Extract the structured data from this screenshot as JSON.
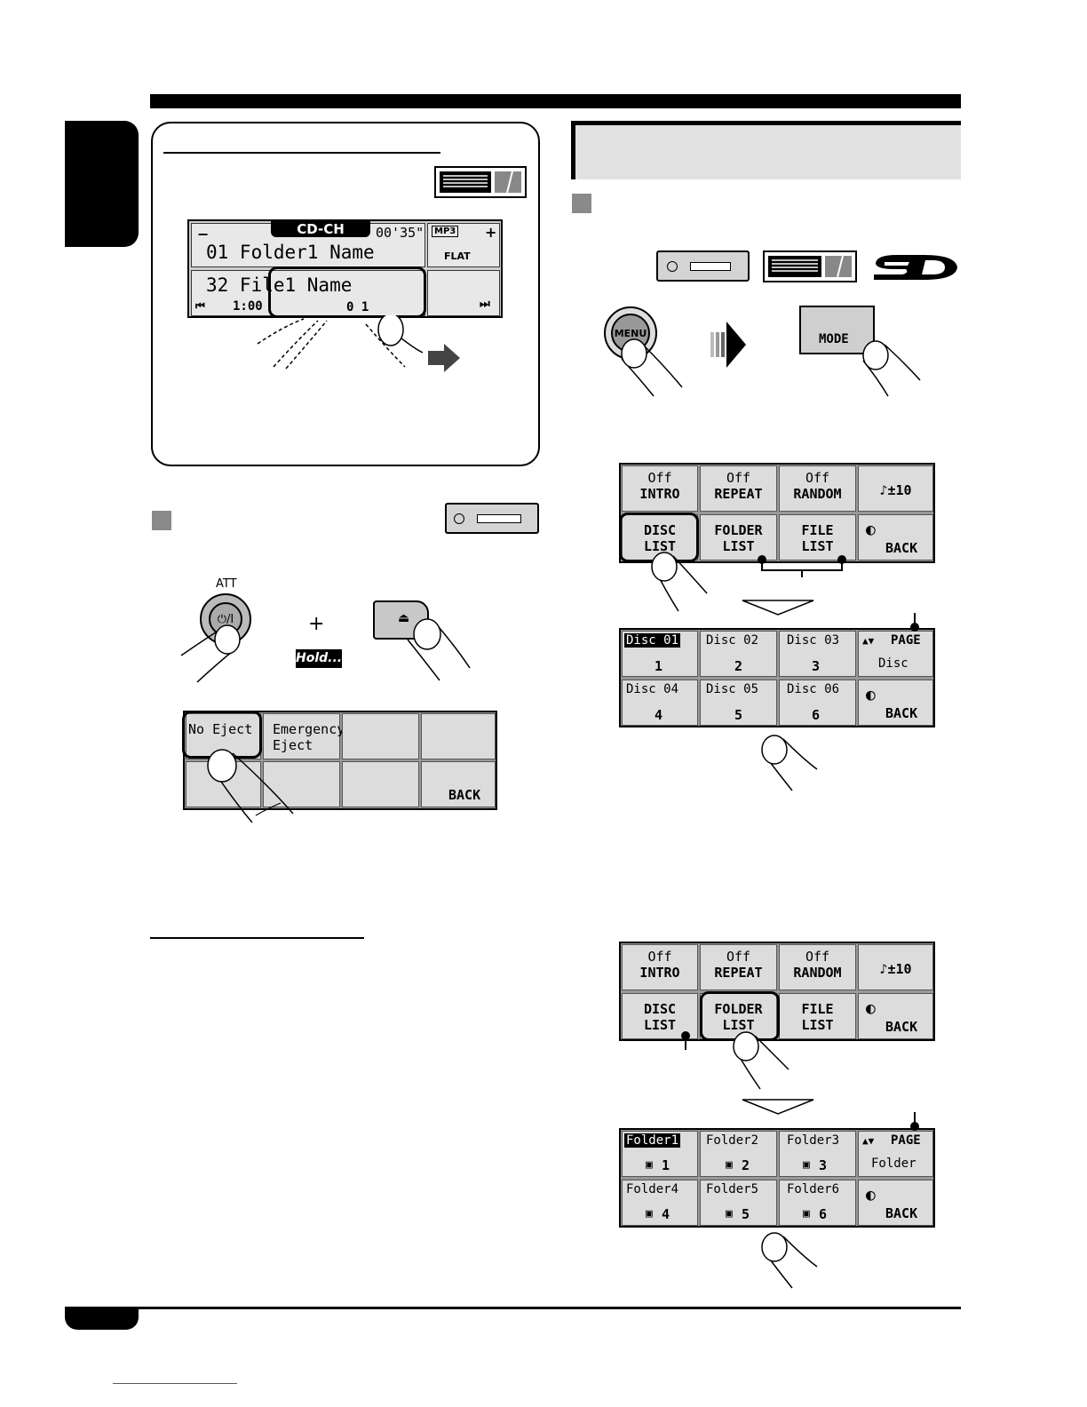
{
  "display_top": {
    "source": "CD-CH",
    "time": "00'35\"",
    "format": "MP3",
    "eq": "FLAT",
    "folder_line": "01 Folder1 Name",
    "file_line": "32 File1 Name",
    "elapsed": "1:00",
    "disc": "0 1",
    "minus": "−",
    "plus": "+"
  },
  "att_label": "ATT",
  "power_label": "⏻/I",
  "plus_sign": "+",
  "hold_label": "Hold....",
  "menu_label": "MENU",
  "mode_label": "MODE",
  "eject_menu": {
    "no_eject": "No Eject",
    "emergency_1": "Emergency",
    "emergency_2": "Eject",
    "back": "BACK"
  },
  "menu_grid": {
    "intro_off": "Off",
    "intro": "INTRO",
    "repeat_off": "Off",
    "repeat": "REPEAT",
    "random_off": "Off",
    "random": "RANDOM",
    "skip": "♪±10",
    "disc_1": "DISC",
    "disc_2": "LIST",
    "folder_1": "FOLDER",
    "folder_2": "LIST",
    "file_1": "FILE",
    "file_2": "LIST",
    "back": "BACK"
  },
  "disc_list": {
    "items": [
      {
        "name": "Disc 01",
        "num": "1"
      },
      {
        "name": "Disc 02",
        "num": "2"
      },
      {
        "name": "Disc 03",
        "num": "3"
      },
      {
        "name": "Disc 04",
        "num": "4"
      },
      {
        "name": "Disc 05",
        "num": "5"
      },
      {
        "name": "Disc 06",
        "num": "6"
      }
    ],
    "page": "PAGE",
    "page_sub": "Disc",
    "back": "BACK"
  },
  "folder_list": {
    "items": [
      {
        "name": "Folder1",
        "num": "1"
      },
      {
        "name": "Folder2",
        "num": "2"
      },
      {
        "name": "Folder3",
        "num": "3"
      },
      {
        "name": "Folder4",
        "num": "4"
      },
      {
        "name": "Folder5",
        "num": "5"
      },
      {
        "name": "Folder6",
        "num": "6"
      }
    ],
    "page": "PAGE",
    "page_sub": "Folder",
    "back": "BACK"
  }
}
